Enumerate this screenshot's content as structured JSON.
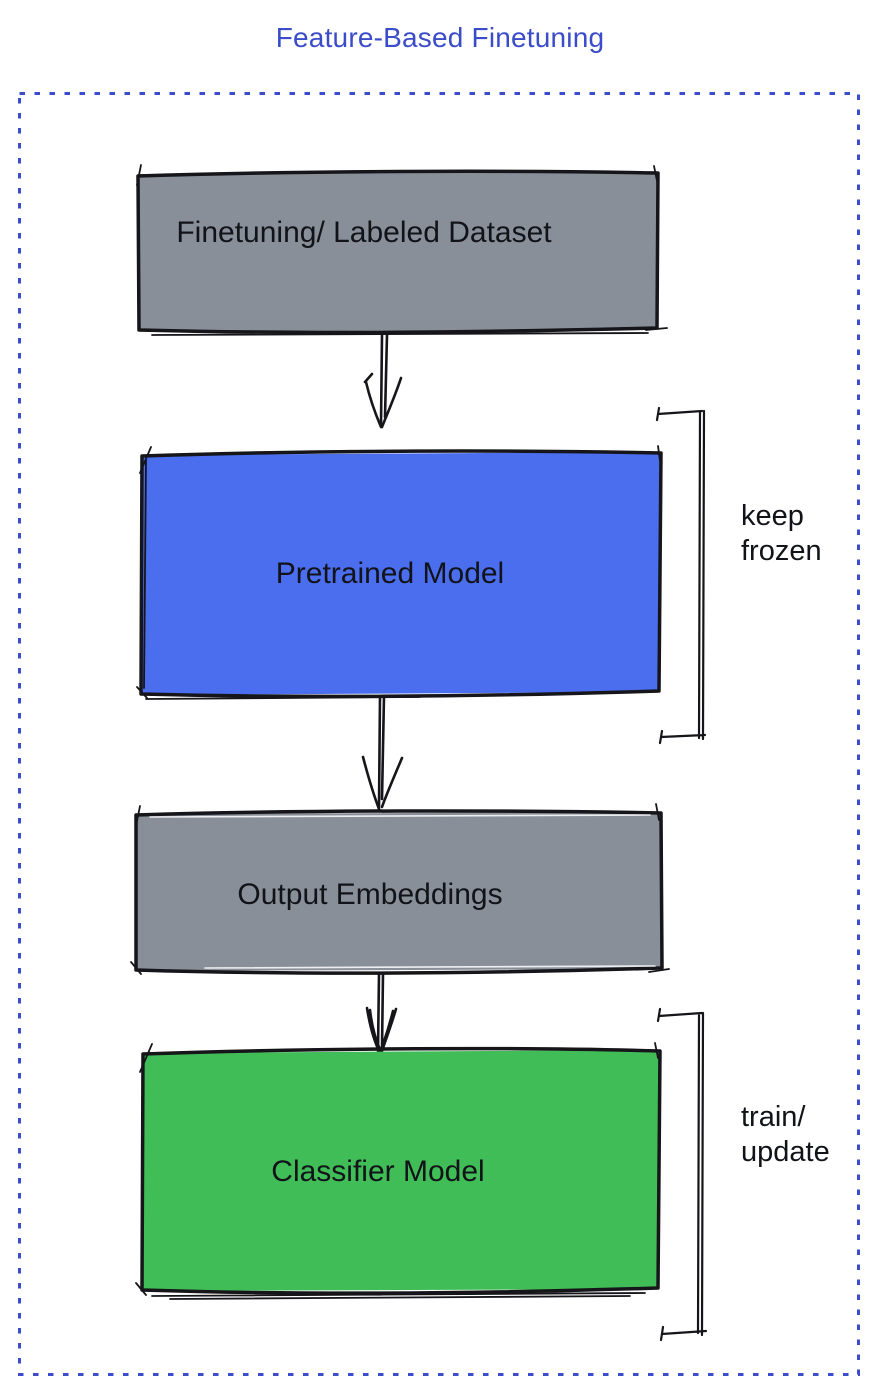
{
  "title": {
    "text": "Feature-Based Finetuning",
    "color": "#3A4CC9"
  },
  "frame": {
    "color": "#3B4DCA",
    "style": "dotted"
  },
  "boxes": [
    {
      "name": "finetuning-dataset",
      "label": "Finetuning/ Labeled Dataset",
      "fill": "#898F99"
    },
    {
      "name": "pretrained-model",
      "label": "Pretrained Model",
      "fill": "#4B6EEF"
    },
    {
      "name": "output-embeddings",
      "label": "Output Embeddings",
      "fill": "#898F99"
    },
    {
      "name": "classifier-model",
      "label": "Classifier Model",
      "fill": "#41BD58"
    }
  ],
  "annotations": [
    {
      "target": "pretrained-model",
      "line1": "keep",
      "line2": "frozen"
    },
    {
      "target": "classifier-model",
      "line1": "train/",
      "line2": "update"
    }
  ],
  "flow": [
    "finetuning-dataset -> pretrained-model",
    "pretrained-model -> output-embeddings",
    "output-embeddings -> classifier-model"
  ]
}
